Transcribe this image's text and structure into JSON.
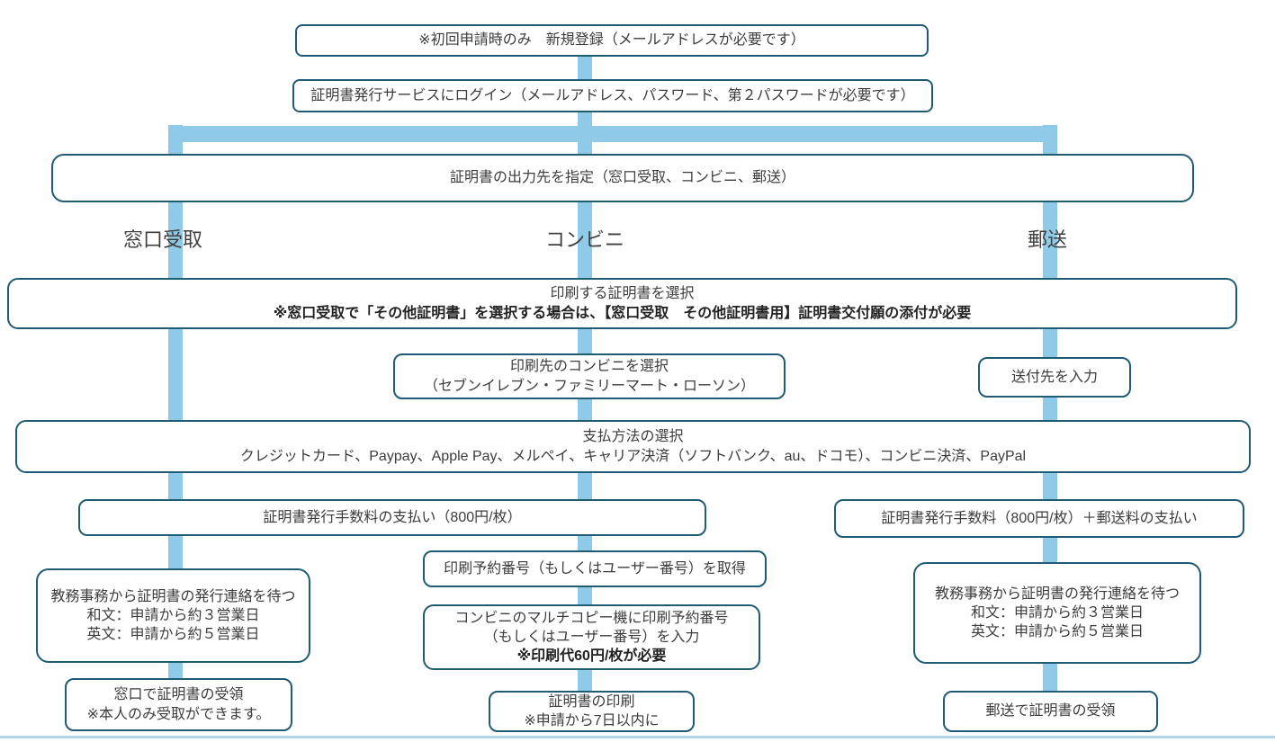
{
  "colors": {
    "box_border": "#1f5b73",
    "connector": "#8fcbe8",
    "text": "#3c3c3c",
    "bottom_rule": "#aed7ec"
  },
  "flowchart": {
    "register": "※初回申請時のみ　新規登録（メールアドレスが必要です）",
    "login": "証明書発行サービスにログイン（メールアドレス、パスワード、第２パスワードが必要です）",
    "output_destination": "証明書の出力先を指定（窓口受取、コンビニ、郵送）",
    "branch_labels": {
      "counter": "窓口受取",
      "convenience": "コンビニ",
      "mail": "郵送"
    },
    "select_certificate": {
      "line1": "印刷する証明書を選択",
      "line2": "※窓口受取で「その他証明書」を選択する場合は、【窓口受取　その他証明書用】証明書交付願の添付が必要"
    },
    "select_store": {
      "line1": "印刷先のコンビニを選択",
      "line2": "（セブンイレブン・ファミリーマート・ローソン）"
    },
    "enter_address": "送付先を入力",
    "payment_method": {
      "line1": "支払方法の選択",
      "line2": "クレジットカード、Paypay、Apple Pay、メルペイ、キャリア決済（ソフトバンク、au、ドコモ）、コンビニ決済、PayPal"
    },
    "fee_counter_convenience": "証明書発行手数料の支払い（800円/枚）",
    "fee_mail": "証明書発行手数料（800円/枚）＋郵送料の支払い",
    "reservation_number": "印刷予約番号（もしくはユーザー番号）を取得",
    "wait_left": {
      "line1": "教務事務から証明書の発行連絡を待つ",
      "line2": "和文：申請から約３営業日",
      "line3": "英文：申請から約５営業日"
    },
    "multicopy": {
      "line1": "コンビニのマルチコピー機に印刷予約番号",
      "line2": "（もしくはユーザー番号）を入力",
      "line3": "※印刷代60円/枚が必要"
    },
    "wait_right": {
      "line1": "教務事務から証明書の発行連絡を待つ",
      "line2": "和文：申請から約３営業日",
      "line3": "英文：申請から約５営業日"
    },
    "receive_counter": {
      "line1": "窓口で証明書の受領",
      "line2": "※本人のみ受取ができます。"
    },
    "print_certificate": {
      "line1": "証明書の印刷",
      "line2": "※申請から7日以内に"
    },
    "receive_mail": "郵送で証明書の受領"
  }
}
